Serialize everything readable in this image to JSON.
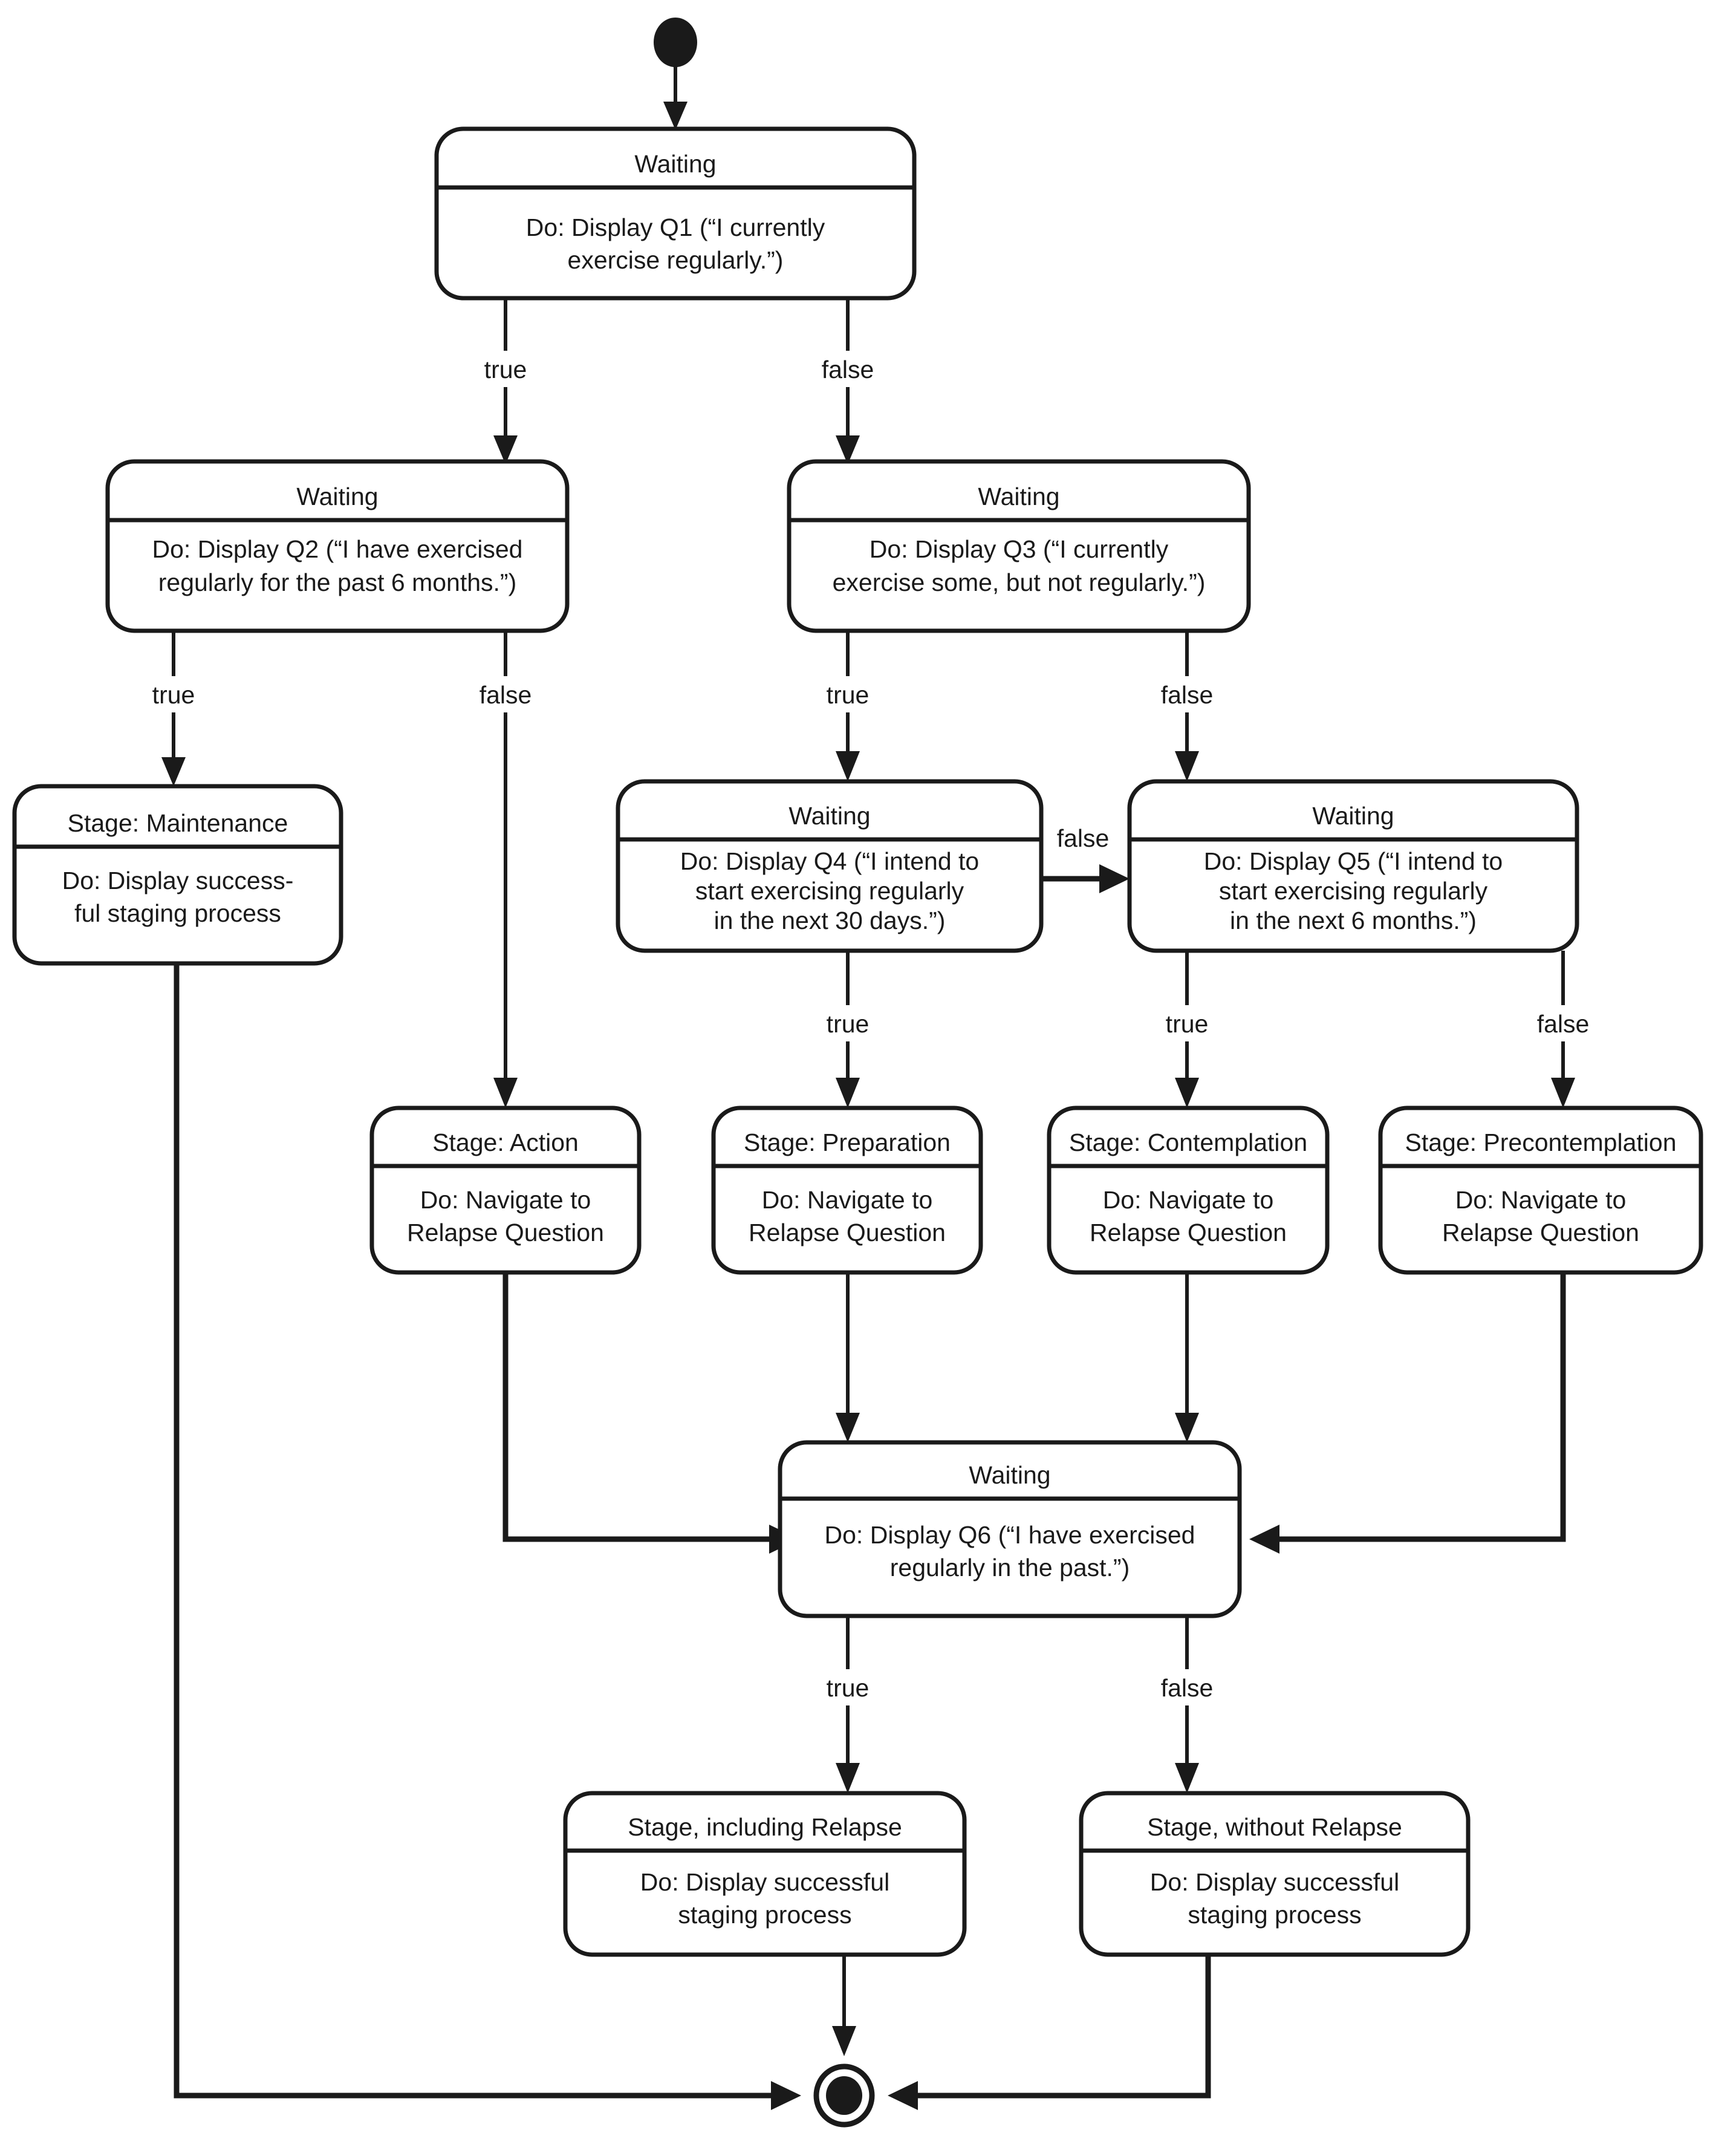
{
  "diagram": {
    "kind": "uml-state-machine",
    "title": "",
    "colors": {
      "stroke": "#1a1a1a",
      "fill": "#ffffff",
      "background": "#ffffff"
    },
    "initial_node": {
      "name": "initial-state",
      "shape": "filled-circle"
    },
    "final_node": {
      "name": "final-state",
      "shape": "circle-with-filled-dot"
    },
    "nodes": [
      {
        "id": "q1",
        "title": "Waiting",
        "body": [
          "Do: Display Q1 (“I currently",
          "exercise regularly.”)"
        ]
      },
      {
        "id": "q2",
        "title": "Waiting",
        "body": [
          "Do: Display Q2 (“I have exercised",
          "regularly for the past 6 months.”)"
        ]
      },
      {
        "id": "q3",
        "title": "Waiting",
        "body": [
          "Do: Display Q3 (“I currently",
          "exercise some, but not regularly.”)"
        ]
      },
      {
        "id": "maintenance",
        "title": "Stage: Maintenance",
        "body": [
          "Do: Display success-",
          "ful staging process"
        ]
      },
      {
        "id": "q4",
        "title": "Waiting",
        "body": [
          "Do: Display Q4 (“I intend to",
          "start exercising regularly",
          "in the next 30 days.”)"
        ]
      },
      {
        "id": "q5",
        "title": "Waiting",
        "body": [
          "Do: Display Q5 (“I intend to",
          "start exercising regularly",
          "in the  next 6 months.”)"
        ]
      },
      {
        "id": "action",
        "title": "Stage: Action",
        "body": [
          "Do: Navigate to",
          "Relapse Question"
        ]
      },
      {
        "id": "preparation",
        "title": "Stage: Preparation",
        "body": [
          "Do: Navigate to",
          "Relapse Question"
        ]
      },
      {
        "id": "contemplation",
        "title": "Stage: Contemplation",
        "body": [
          "Do: Navigate to",
          "Relapse Question"
        ]
      },
      {
        "id": "precontemplation",
        "title": "Stage: Precontemplation",
        "body": [
          "Do: Navigate to",
          "Relapse Question"
        ]
      },
      {
        "id": "q6",
        "title": "Waiting",
        "body": [
          "Do: Display Q6 (“I have exercised",
          "regularly in the past.”)"
        ]
      },
      {
        "id": "stage_with_relapse",
        "title": "Stage, including Relapse",
        "body": [
          "Do: Display successful",
          "staging process"
        ]
      },
      {
        "id": "stage_without_relapse",
        "title": "Stage, without Relapse",
        "body": [
          "Do: Display successful",
          "staging process"
        ]
      }
    ],
    "edges": [
      {
        "from": "initial",
        "to": "q1",
        "label": ""
      },
      {
        "from": "q1",
        "to": "q2",
        "label": "true"
      },
      {
        "from": "q1",
        "to": "q3",
        "label": "false"
      },
      {
        "from": "q2",
        "to": "maintenance",
        "label": "true"
      },
      {
        "from": "q2",
        "to": "action",
        "label": "false"
      },
      {
        "from": "q3",
        "to": "q4",
        "label": "true"
      },
      {
        "from": "q3",
        "to": "q5",
        "label": "false"
      },
      {
        "from": "q4",
        "to": "q5",
        "label": "false"
      },
      {
        "from": "q4",
        "to": "preparation",
        "label": "true"
      },
      {
        "from": "q5",
        "to": "contemplation",
        "label": "true"
      },
      {
        "from": "q5",
        "to": "precontemplation",
        "label": "false"
      },
      {
        "from": "maintenance",
        "to": "final",
        "label": ""
      },
      {
        "from": "action",
        "to": "q6",
        "label": ""
      },
      {
        "from": "preparation",
        "to": "q6",
        "label": ""
      },
      {
        "from": "contemplation",
        "to": "q6",
        "label": ""
      },
      {
        "from": "precontemplation",
        "to": "q6",
        "label": ""
      },
      {
        "from": "q6",
        "to": "stage_with_relapse",
        "label": "true"
      },
      {
        "from": "q6",
        "to": "stage_without_relapse",
        "label": "false"
      },
      {
        "from": "stage_with_relapse",
        "to": "final",
        "label": ""
      },
      {
        "from": "stage_without_relapse",
        "to": "final",
        "label": ""
      }
    ],
    "edge_labels": {
      "q1_true": "true",
      "q1_false": "false",
      "q2_true": "true",
      "q2_false": "false",
      "q3_true": "true",
      "q3_false": "false",
      "q4_false": "false",
      "q4_true": "true",
      "q5_true": "true",
      "q5_false": "false",
      "q6_true": "true",
      "q6_false": "false"
    }
  }
}
